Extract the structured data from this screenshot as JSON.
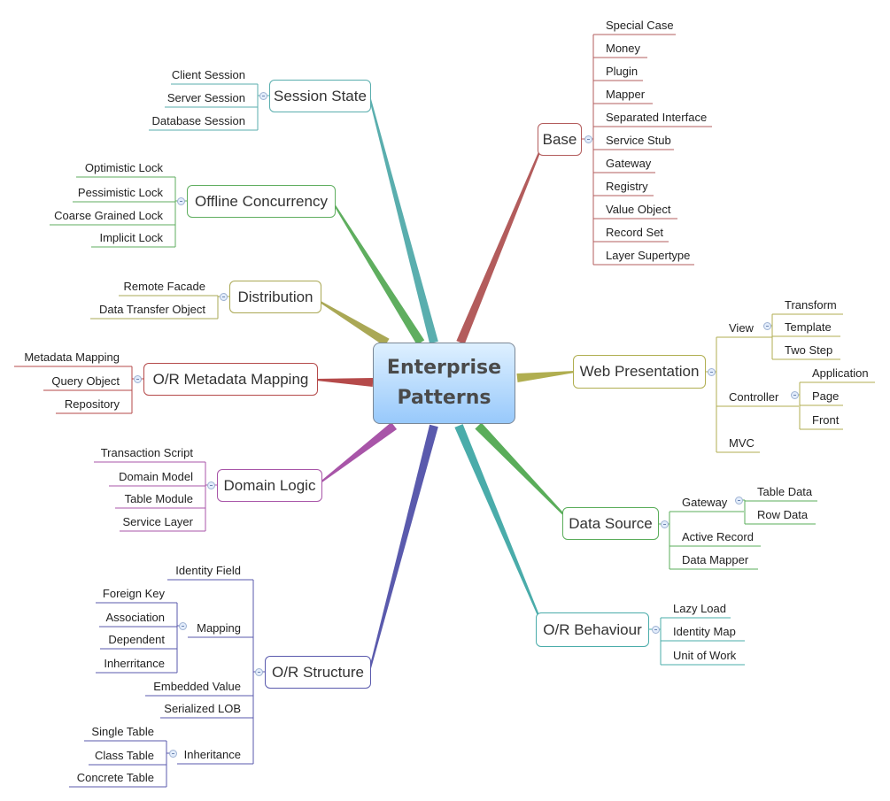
{
  "center": {
    "line1": "Enterprise",
    "line2": "Patterns"
  },
  "colors": [
    "#b35c5c",
    "#b0ae50",
    "#5aad5a",
    "#4aacaa",
    "#5a5aad",
    "#a855a8",
    "#b54a4a",
    "#aaa855",
    "#5fae5f",
    "#5aaeae"
  ],
  "topics": [
    {
      "label": "Base",
      "children": [
        {
          "label": "Special Case"
        },
        {
          "label": "Money"
        },
        {
          "label": "Plugin"
        },
        {
          "label": "Mapper"
        },
        {
          "label": "Separated Interface"
        },
        {
          "label": "Service Stub"
        },
        {
          "label": "Gateway"
        },
        {
          "label": "Registry"
        },
        {
          "label": "Value Object"
        },
        {
          "label": "Record Set"
        },
        {
          "label": "Layer Supertype"
        }
      ]
    },
    {
      "label": "Web Presentation",
      "children": [
        {
          "label": "View",
          "children": [
            {
              "label": "Transform"
            },
            {
              "label": "Template"
            },
            {
              "label": "Two Step"
            }
          ]
        },
        {
          "label": "Controller",
          "children": [
            {
              "label": "Application"
            },
            {
              "label": "Page"
            },
            {
              "label": "Front"
            }
          ]
        },
        {
          "label": "MVC"
        }
      ]
    },
    {
      "label": "Data Source",
      "children": [
        {
          "label": "Gateway",
          "children": [
            {
              "label": "Table Data"
            },
            {
              "label": "Row Data"
            }
          ]
        },
        {
          "label": "Active Record"
        },
        {
          "label": "Data Mapper"
        }
      ]
    },
    {
      "label": "O/R Behaviour",
      "children": [
        {
          "label": "Lazy Load"
        },
        {
          "label": "Identity Map"
        },
        {
          "label": "Unit of Work"
        }
      ]
    },
    {
      "label": "O/R Structure",
      "children": [
        {
          "label": "Identity Field"
        },
        {
          "label": "Mapping",
          "children": [
            {
              "label": "Foreign Key"
            },
            {
              "label": "Association"
            },
            {
              "label": "Dependent"
            },
            {
              "label": "Inherritance"
            }
          ]
        },
        {
          "label": "Embedded Value"
        },
        {
          "label": "Serialized LOB"
        },
        {
          "label": "Inheritance",
          "children": [
            {
              "label": "Single Table"
            },
            {
              "label": "Class Table"
            },
            {
              "label": "Concrete Table"
            }
          ]
        }
      ]
    },
    {
      "label": "Domain Logic",
      "children": [
        {
          "label": "Transaction Script"
        },
        {
          "label": "Domain Model"
        },
        {
          "label": "Table Module"
        },
        {
          "label": "Service Layer"
        }
      ]
    },
    {
      "label": "O/R Metadata Mapping",
      "children": [
        {
          "label": "Metadata Mapping"
        },
        {
          "label": "Query Object"
        },
        {
          "label": "Repository"
        }
      ]
    },
    {
      "label": "Distribution",
      "children": [
        {
          "label": "Remote Facade"
        },
        {
          "label": "Data Transfer Object"
        }
      ]
    },
    {
      "label": "Offline Concurrency",
      "children": [
        {
          "label": "Optimistic Lock"
        },
        {
          "label": "Pessimistic Lock"
        },
        {
          "label": "Coarse Grained Lock"
        },
        {
          "label": "Implicit Lock"
        }
      ]
    },
    {
      "label": "Session State",
      "children": [
        {
          "label": "Client Session"
        },
        {
          "label": "Server Session"
        },
        {
          "label": "Database Session"
        }
      ]
    }
  ]
}
